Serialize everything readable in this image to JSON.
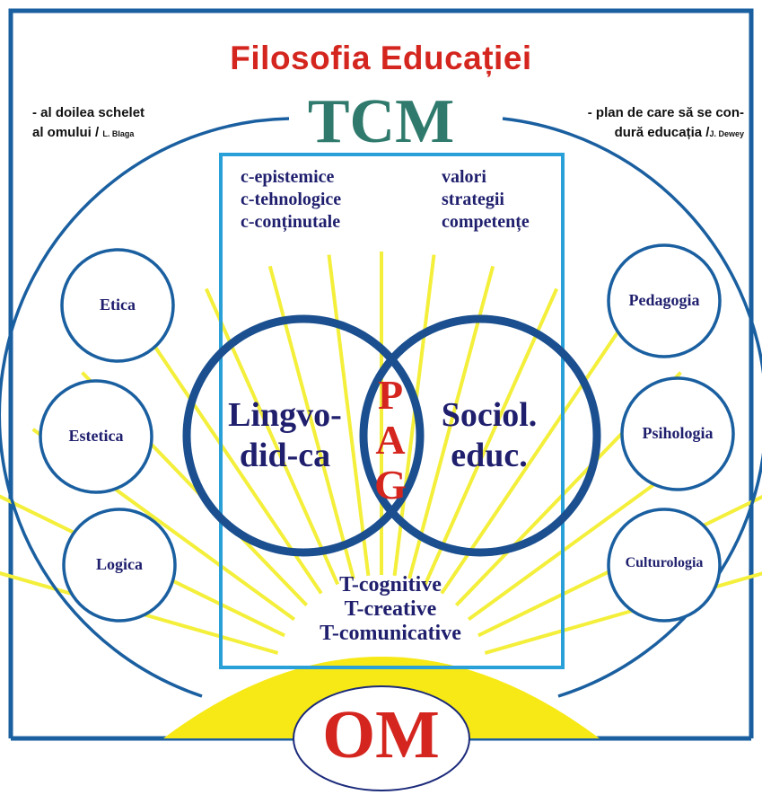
{
  "title": "Filosofia Educației",
  "center_heading": "TCM",
  "quote_left": {
    "text": "- al doilea schelet\nal omului / ",
    "source": "L. Blaga"
  },
  "quote_right": {
    "text": "- plan de care să se con-\ndură educația /",
    "source": "J. Dewey"
  },
  "left_list": [
    "c-epistemice",
    "c-tehnologice",
    "c-conținutale"
  ],
  "right_list": [
    "valori",
    "strategii",
    "competențe"
  ],
  "venn": {
    "left": "Lingvo-\ndid-ca",
    "right": "Sociol.\neduc.",
    "center_letters": [
      "P",
      "A",
      "G"
    ]
  },
  "bottom_list": [
    "T-cognitive",
    "T-creative",
    "T-comunicative"
  ],
  "base_label": "OM",
  "left_disciplines": [
    "Etica",
    "Estetica",
    "Logica"
  ],
  "right_disciplines": [
    "Pedagogia",
    "Psihologia",
    "Culturologia"
  ],
  "colors": {
    "title": "#d4261f",
    "tcm": "#2f7a6c",
    "outline": "#1a5fa0",
    "venn": "#1b4f8f",
    "text": "#1f1f6e",
    "sun": "#f7e915",
    "rays": "#f4ef3a"
  }
}
